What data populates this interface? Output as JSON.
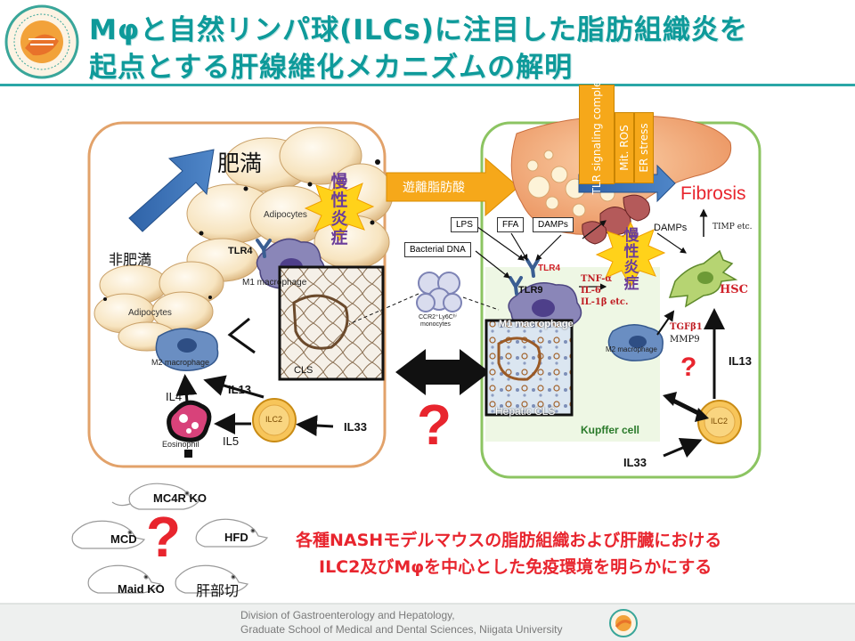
{
  "title": {
    "line1": "Mφと自然リンパ球(ILCs)に注目した脂肪組織炎を",
    "line2": "起点とする肝線維化メカニズムの解明"
  },
  "left_panel": {
    "obesity": "肥満",
    "non_obesity": "非肥満",
    "adipocytes_top": "Adipocytes",
    "adipocytes_bottom": "Adipocytes",
    "chronic_inflammation": [
      "慢",
      "性",
      "炎",
      "症"
    ],
    "tlr4": "TLR4",
    "m1_macrophage": "M1 macrophage",
    "m2_macrophage": "M2 macrophage",
    "cls": "CLS",
    "il4": "IL4",
    "il13": "IL13",
    "il5": "IL5",
    "il33": "IL33",
    "ilc2": "ILC2",
    "eosinophil": "Eosinophil"
  },
  "middle": {
    "ffa_arrow": "遊離脂肪酸",
    "bacterial_dna": "Bacterial DNA",
    "monocytes_line1": "CCR2⁺Ly6Cʰⁱ",
    "monocytes_line2": "monocytes",
    "question": "?"
  },
  "right_panel": {
    "tlr_complex": "TLR signaling complex",
    "mit_ros": "Mit. ROS",
    "er_stress": "ER stress",
    "fibrosis": "Fibrosis",
    "lps": "LPS",
    "ffa": "FFA",
    "damps_box": "DAMPs",
    "damps": "DAMPs",
    "timp": "TIMP etc.",
    "tlr4": "TLR4",
    "tlr9": "TLR9",
    "m1_macrophage": "M1 macrophage",
    "chronic_inflammation": [
      "慢",
      "性",
      "炎",
      "症"
    ],
    "tnf": "TNF-α",
    "il6": "IL-6",
    "il1b": "IL-1β etc.",
    "hsc": "HSC",
    "tgfb": "TGFβ1",
    "mmp9": "MMP9",
    "m2_macrophage": "M2 macrophage",
    "il13": "IL13",
    "ilc2": "ILC2",
    "il33": "IL33",
    "hepatic_cls": "Hepatic CLS",
    "kupffer": "Kupffer cell",
    "question": "?"
  },
  "models": {
    "mc4r": "MC4R KO",
    "mcd": "MCD",
    "hfd": "HFD",
    "maid": "Maid KO",
    "hepatectomy": "肝部切",
    "question": "?"
  },
  "conclusion": {
    "line1": "各種NASHモデルマウスの脂肪組織および肝臓における",
    "line2": "ILC2及びMφを中心とした免疫環境を明らかにする"
  },
  "footer": {
    "line1": "Division of Gastroenterology and Hepatology,",
    "line2": "Graduate School of Medical and Dental Sciences, Niigata University"
  },
  "colors": {
    "title_teal": "#0e9a9a",
    "left_border": "#e2a26a",
    "right_border": "#8cc462",
    "right_fill": "#eef7e4",
    "question_red": "#e8252e",
    "arrow_blue": "#3e72b5",
    "ffa_orange": "#f6a81a"
  }
}
